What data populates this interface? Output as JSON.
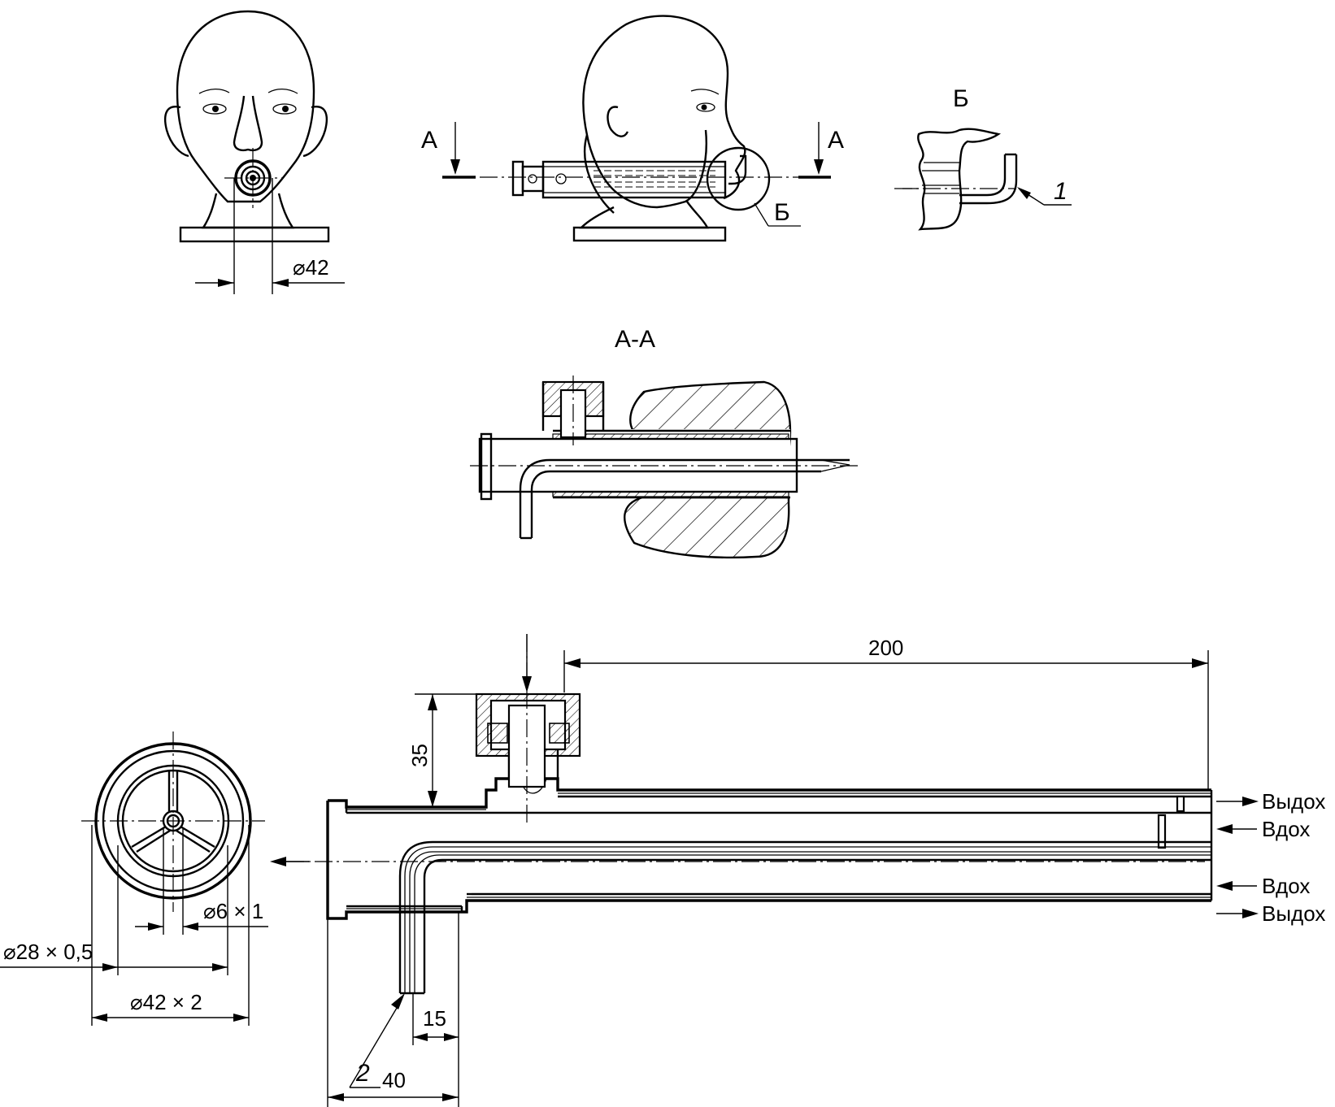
{
  "views": {
    "section_marker": "А",
    "detail_marker": "Б",
    "section_title": "А-А",
    "detail_title": "Б"
  },
  "dimensions": {
    "head_diameter": "⌀42",
    "length_200": "200",
    "height_35": "35",
    "length_15": "15",
    "length_40": "40",
    "tube_6": "⌀6 × 1",
    "tube_28": "⌀28 × 0,5",
    "tube_42": "⌀42 × 2"
  },
  "callouts": {
    "item_1": "1",
    "item_2": "2"
  },
  "flows": {
    "exhale_top": "Выдох",
    "inhale_top": "Вдох",
    "inhale_bottom": "Вдох",
    "exhale_bottom": "Выдох"
  }
}
